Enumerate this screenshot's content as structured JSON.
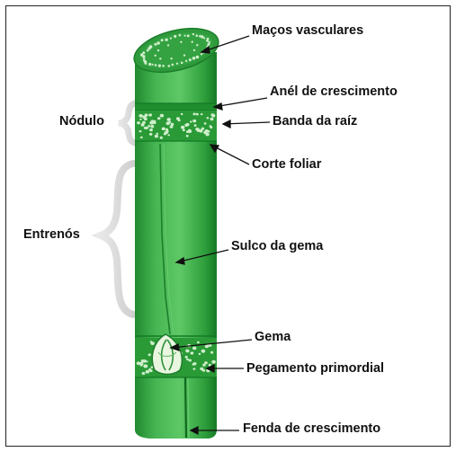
{
  "labels": {
    "macos_vasculares": "Maços vasculares",
    "anel_crescimento": "Anél de crescimento",
    "nodulo": "Nódulo",
    "banda_raiz": "Banda da raíz",
    "corte_foliar": "Corte foliar",
    "entrenos": "Entrenós",
    "sulco_gema": "Sulco da gema",
    "gema": "Gema",
    "pegamento_primordial": "Pegamento primordial",
    "fenda_crescimento": "Fenda de crescimento"
  },
  "colors": {
    "stem_light": "#58c262",
    "stem_mid": "#2aa039",
    "stem_dark": "#137a24",
    "top_face": "#2f9a3c",
    "dots": "#cfeecb",
    "bracket": "#dddddd",
    "text": "#111111"
  }
}
